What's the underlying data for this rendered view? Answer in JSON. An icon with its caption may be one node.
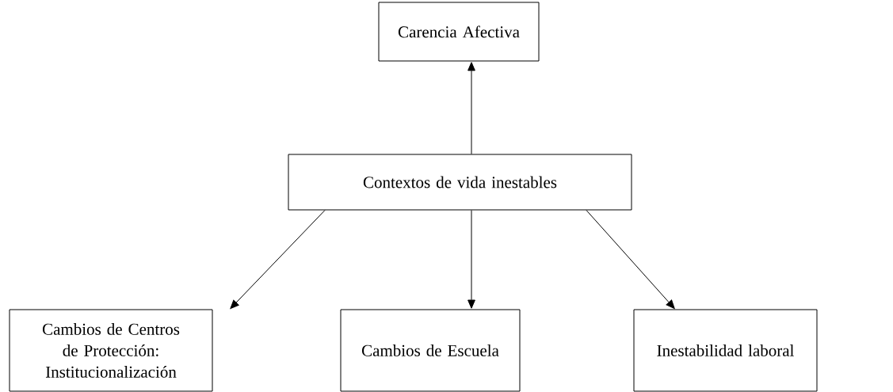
{
  "diagram": {
    "nodes": [
      {
        "text": [
          "Carencia Afectiva"
        ]
      },
      {
        "text": [
          "Contextos de vida inestables"
        ]
      },
      {
        "text": [
          "Cambios de Centros de Protección: Institucionalización"
        ]
      },
      {
        "text": [
          "Cambios de Escuela"
        ]
      },
      {
        "text": [
          "Inestabilidad laboral"
        ]
      }
    ],
    "edges": [
      {
        "from": 1,
        "to": 0,
        "arrow": "to"
      },
      {
        "from": 1,
        "to": 2,
        "arrow": "to"
      },
      {
        "from": 1,
        "to": 3,
        "arrow": "to"
      },
      {
        "from": 1,
        "to": 4,
        "arrow": "to"
      }
    ]
  }
}
